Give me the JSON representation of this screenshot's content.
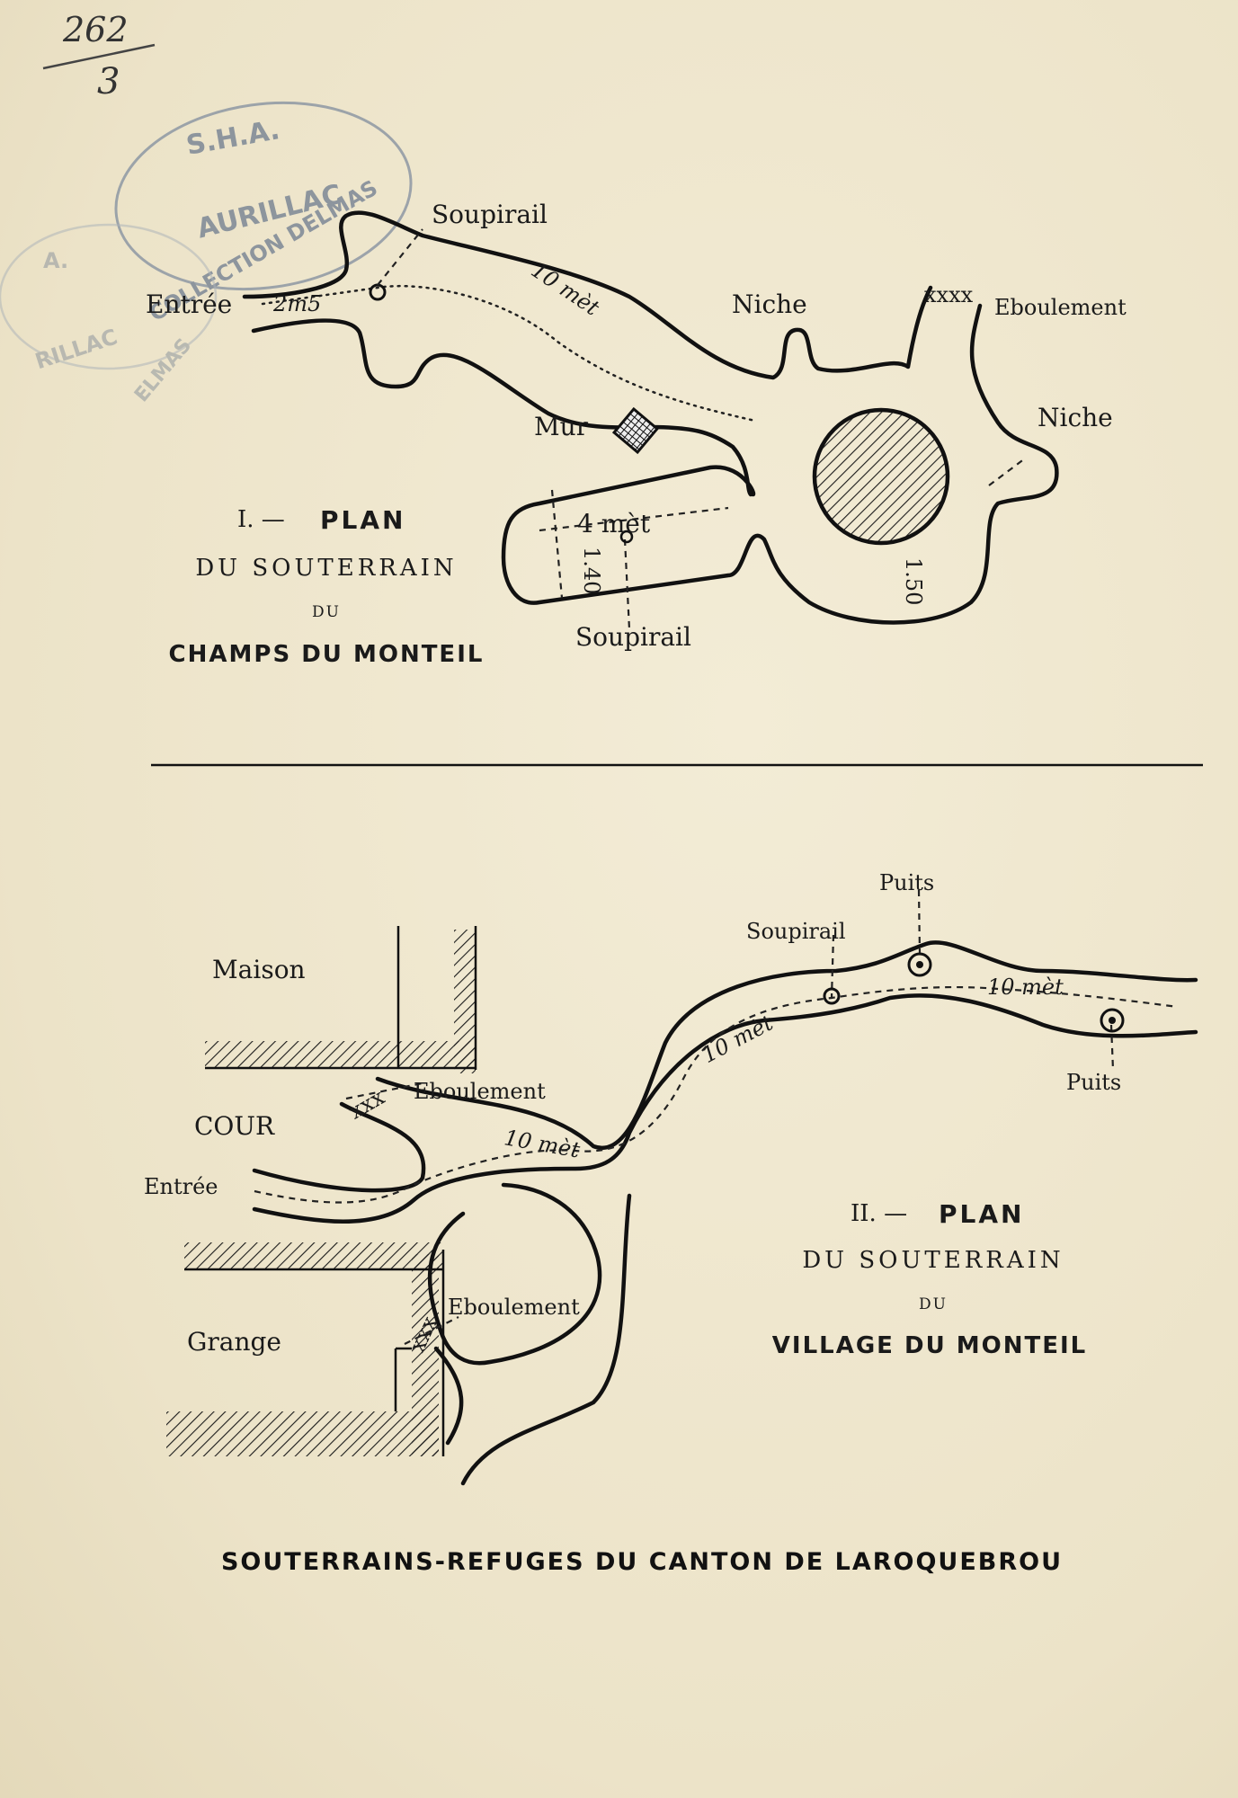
{
  "archive_note": {
    "line1": "262",
    "line2": "3"
  },
  "stamp": {
    "top": "S.H.A.",
    "middle": "AURILLAC",
    "ring": "COLLECTION DELMAS",
    "ghost1": "A.",
    "ghost2": "RILLAC",
    "ghost3": "ELMAS"
  },
  "plan1": {
    "roman": "I. —",
    "title": "PLAN",
    "subtitle": "DU SOUTERRAIN",
    "du": "DU",
    "place": "CHAMPS DU MONTEIL",
    "labels": {
      "entree": "Entrée",
      "dist_entree": "2m5",
      "soupirail_top": "Soupirail",
      "dist_10": "10 mèt",
      "niche_top": "Niche",
      "eboulement_marks": "xxxx",
      "eboulement": "Eboulement",
      "niche_right": "Niche",
      "mur": "Mur",
      "dist_4": "4 mèt",
      "dim_140": "1.40",
      "dim_150": "1.50",
      "soupirail_bottom": "Soupirail"
    }
  },
  "plan2": {
    "roman": "II. —",
    "title": "PLAN",
    "subtitle": "DU SOUTERRAIN",
    "du": "DU",
    "place": "VILLAGE DU MONTEIL",
    "labels": {
      "maison": "Maison",
      "cour": "COUR",
      "entree": "Entrée",
      "grange": "Grange",
      "eboulement_1": "Eboulement",
      "eboulement_2": "Eboulement",
      "marks": "xxx",
      "dist_10a": "10 mèt",
      "dist_10b": "10 mèt",
      "dist_10c": "10 mèt",
      "soupirail": "Soupirail",
      "puits_top": "Puits",
      "puits_bottom": "Puits"
    }
  },
  "footer": "SOUTERRAINS-REFUGES DU CANTON DE LAROQUEBROU"
}
